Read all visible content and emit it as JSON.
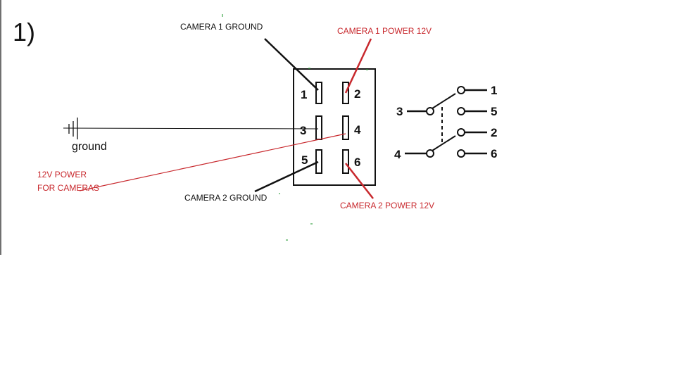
{
  "step_label": "1)",
  "labels": {
    "camera1_ground": "CAMERA 1 GROUND",
    "camera1_power": "CAMERA 1 POWER 12V",
    "camera2_ground": "CAMERA 2 GROUND",
    "camera2_power": "CAMERA 2 POWER 12V",
    "power_line1": "12V POWER",
    "power_line2": "FOR CAMERAS",
    "ground": "ground"
  },
  "connector_pins": [
    "1",
    "2",
    "3",
    "4",
    "5",
    "6"
  ],
  "switch": {
    "commons": [
      "3",
      "4"
    ],
    "terminals": [
      "1",
      "5",
      "2",
      "6"
    ]
  },
  "colors": {
    "ink": "#111111",
    "red": "#c8282d",
    "green_specks": "#2e9e3a"
  }
}
